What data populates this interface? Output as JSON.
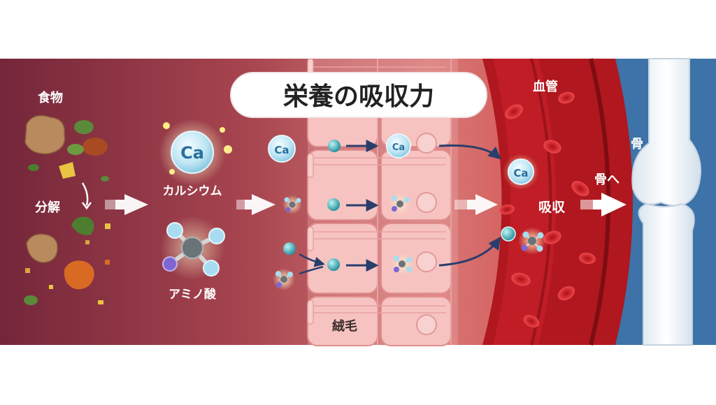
{
  "title": "栄養の吸収力",
  "labels": {
    "food": "食物",
    "breakdown": "分解",
    "calcium": "カルシウム",
    "amino_acid": "アミノ酸",
    "villi": "絨毛",
    "blood_vessel": "血管",
    "absorption": "吸収",
    "to_bone": "骨へ",
    "bone": "骨"
  },
  "molecule_symbols": {
    "calcium": "Ca"
  },
  "colors": {
    "background_left": "#7a2a3c",
    "background_mid": "#c0575f",
    "villi_fill": "#f4b8b8",
    "blood_vessel": "#b0171e",
    "red_blood_cell": "#d9232b",
    "bone_panel": "#3d73a8",
    "bone": "#eef3f8",
    "calcium_ion": "#bfe6f4",
    "arrow_dark": "#2a3e6b"
  },
  "icons": [
    "food-particle-icon",
    "calcium-ion-icon",
    "amino-acid-molecule-icon",
    "red-blood-cell-icon",
    "bone-icon",
    "arrow-right-icon"
  ]
}
